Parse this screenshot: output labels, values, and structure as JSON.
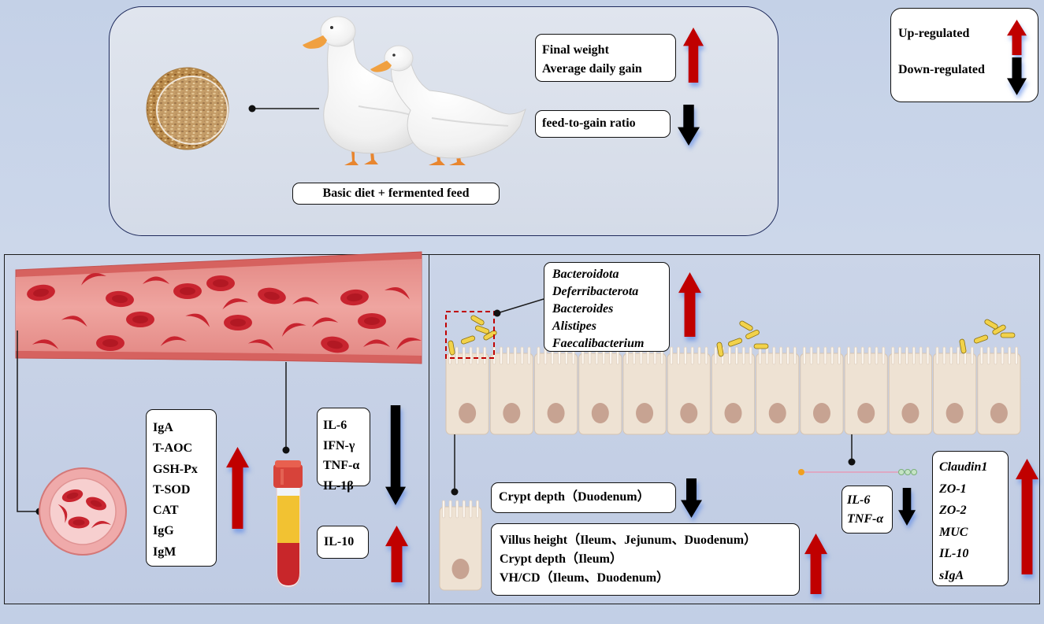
{
  "top_panel": {
    "diet_label": "Basic diet + fermented feed",
    "growth": {
      "items": [
        "Final weight",
        "Average daily gain"
      ],
      "arrow": "up-arrow-icon"
    },
    "ratio": {
      "items": [
        "feed-to-gain ratio"
      ],
      "arrow": "down-arrow-icon"
    }
  },
  "legend": {
    "up_label": "Up-regulated",
    "up_arrow": "up-arrow-icon",
    "up_color": "#c00000",
    "down_label": "Down-regulated",
    "down_arrow": "down-arrow-icon",
    "down_color": "#000000"
  },
  "blood_panel": {
    "antioxidant_immune": {
      "items": [
        "IgA",
        "T-AOC",
        "GSH-Px",
        "T-SOD",
        "CAT",
        "IgG",
        "IgM"
      ],
      "arrow": "up-arrow-icon"
    },
    "proinflammatory": {
      "items": [
        "IL-6",
        "IFN-γ",
        "TNF-α",
        "IL-1β"
      ],
      "arrow": "down-arrow-icon"
    },
    "anti_inflammatory": {
      "items": [
        "IL-10"
      ],
      "arrow": "up-arrow-icon"
    }
  },
  "intestine_panel": {
    "microbiota": {
      "items": [
        "Bacteroidota",
        "Deferribacterota",
        "Bacteroides",
        "Alistipes",
        "Faecalibacterium"
      ],
      "arrow": "up-arrow-icon"
    },
    "crypt_duodenum": {
      "items": [
        "Crypt depth（Duodenum）"
      ],
      "arrow": "down-arrow-icon"
    },
    "morphology": {
      "items": [
        "Villus height（Ileum、Jejunum、Duodenum）",
        "Crypt depth（Ileum）",
        "VH/CD（Ileum、Duodenum）"
      ],
      "arrow": "up-arrow-icon"
    },
    "local_cytokines": {
      "items": [
        "IL-6",
        "TNF-α"
      ],
      "arrow": "down-arrow-icon"
    },
    "barrier": {
      "items": [
        "Claudin1",
        "ZO-1",
        "ZO-2",
        "MUC",
        "IL-10",
        "sIgA"
      ],
      "arrow": "up-arrow-icon"
    }
  },
  "colors": {
    "vessel": "#d96a68",
    "blood_cell": "#c8242f",
    "bacteria": "#f2d24a",
    "epithelium": "#eee2d3"
  }
}
